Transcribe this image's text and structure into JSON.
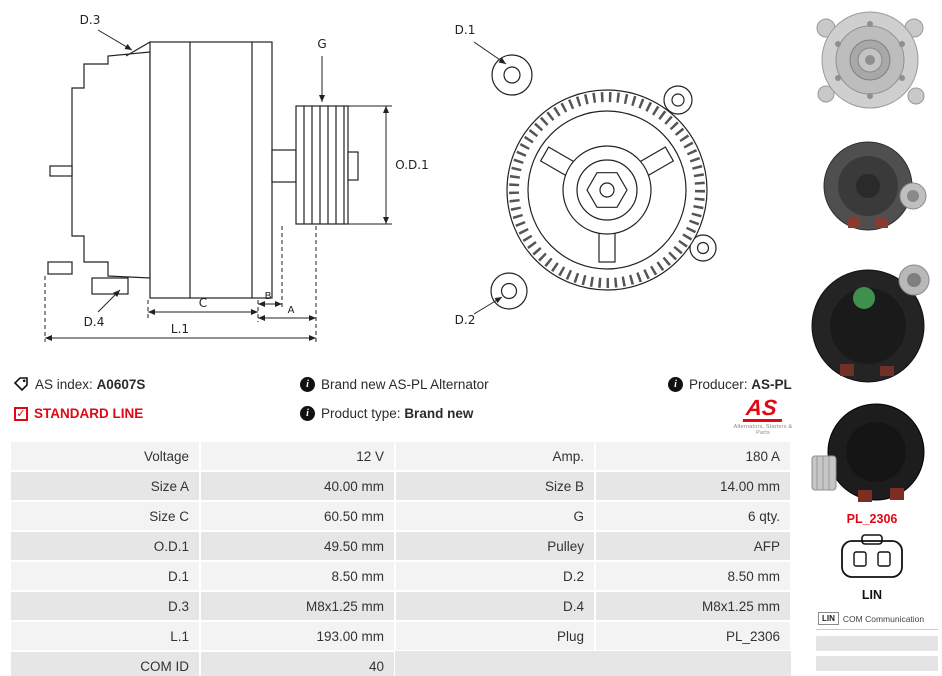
{
  "accent_red": "#e30613",
  "info": {
    "as_index_label": "AS index:",
    "as_index_value": "A0607S",
    "standard_line": "STANDARD LINE",
    "brand_new": "Brand new AS-PL Alternator",
    "product_type_label": "Product type:",
    "product_type_value": "Brand new",
    "producer_label": "Producer:",
    "producer_value": "AS-PL"
  },
  "logo": {
    "text": "AS",
    "tagline": "Alternators, Starters & Parts"
  },
  "diagram": {
    "d3": "D.3",
    "g": "G",
    "od1": "O.D.1",
    "d4": "D.4",
    "c": "C",
    "b": "B",
    "a": "A",
    "l1": "L.1",
    "d1": "D.1",
    "d2": "D.2"
  },
  "table": {
    "rows": [
      {
        "l1": "Voltage",
        "v1": "12 V",
        "l2": "Amp.",
        "v2": "180 A"
      },
      {
        "l1": "Size A",
        "v1": "40.00 mm",
        "l2": "Size B",
        "v2": "14.00 mm"
      },
      {
        "l1": "Size C",
        "v1": "60.50 mm",
        "l2": "G",
        "v2": "6 qty."
      },
      {
        "l1": "O.D.1",
        "v1": "49.50 mm",
        "l2": "Pulley",
        "v2": "AFP"
      },
      {
        "l1": "D.1",
        "v1": "8.50 mm",
        "l2": "D.2",
        "v2": "8.50 mm"
      },
      {
        "l1": "D.3",
        "v1": "M8x1.25 mm",
        "l2": "D.4",
        "v2": "M8x1.25 mm"
      },
      {
        "l1": "L.1",
        "v1": "193.00 mm",
        "l2": "Plug",
        "v2": "PL_2306"
      },
      {
        "l1": "COM ID",
        "v1": "40",
        "l2": "",
        "v2": ""
      }
    ]
  },
  "sidebar": {
    "plug_code": "PL_2306",
    "plug_label": "LIN",
    "com_badge": "LIN",
    "com_text": "COM Communication"
  }
}
